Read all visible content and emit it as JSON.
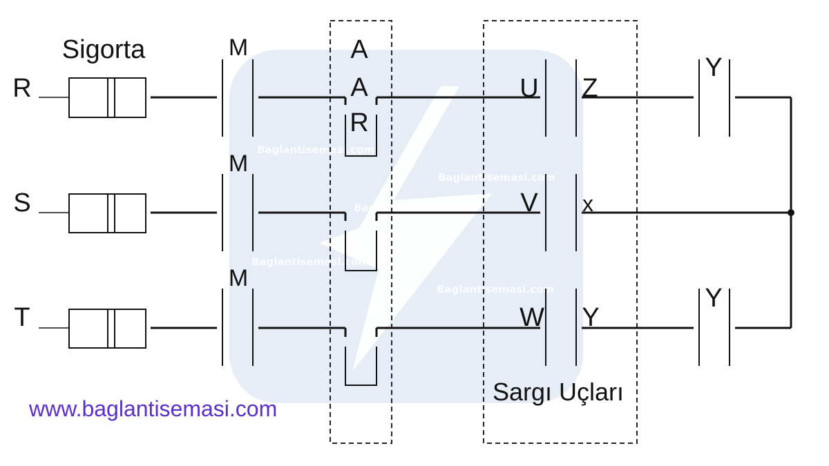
{
  "phases": [
    "R",
    "S",
    "T"
  ],
  "fuse_label": "Sigorta",
  "contactor_labels": [
    "M",
    "M",
    "M"
  ],
  "overload_relay_label": [
    "A",
    "A",
    "R"
  ],
  "winding_labels_left": [
    "U",
    "V",
    "W"
  ],
  "winding_labels_right": [
    "Z",
    "x",
    "Y"
  ],
  "star_contactor_labels": [
    "Y",
    "Y"
  ],
  "winding_terminals_label": "Sargı Uçları",
  "watermark": {
    "texts": [
      "Baglantisemasi.com",
      "Baglantisemasi.com",
      "Baglantisemasi.com",
      "Baglantisemasi.com",
      "Baglantisemasi.com"
    ],
    "bg_color": "#e6edf6"
  },
  "site_url": "www.baglantisemasi.com",
  "colors": {
    "line": "#111111",
    "url": "#5a2ec8",
    "watermark_box": "#e6edf6"
  }
}
